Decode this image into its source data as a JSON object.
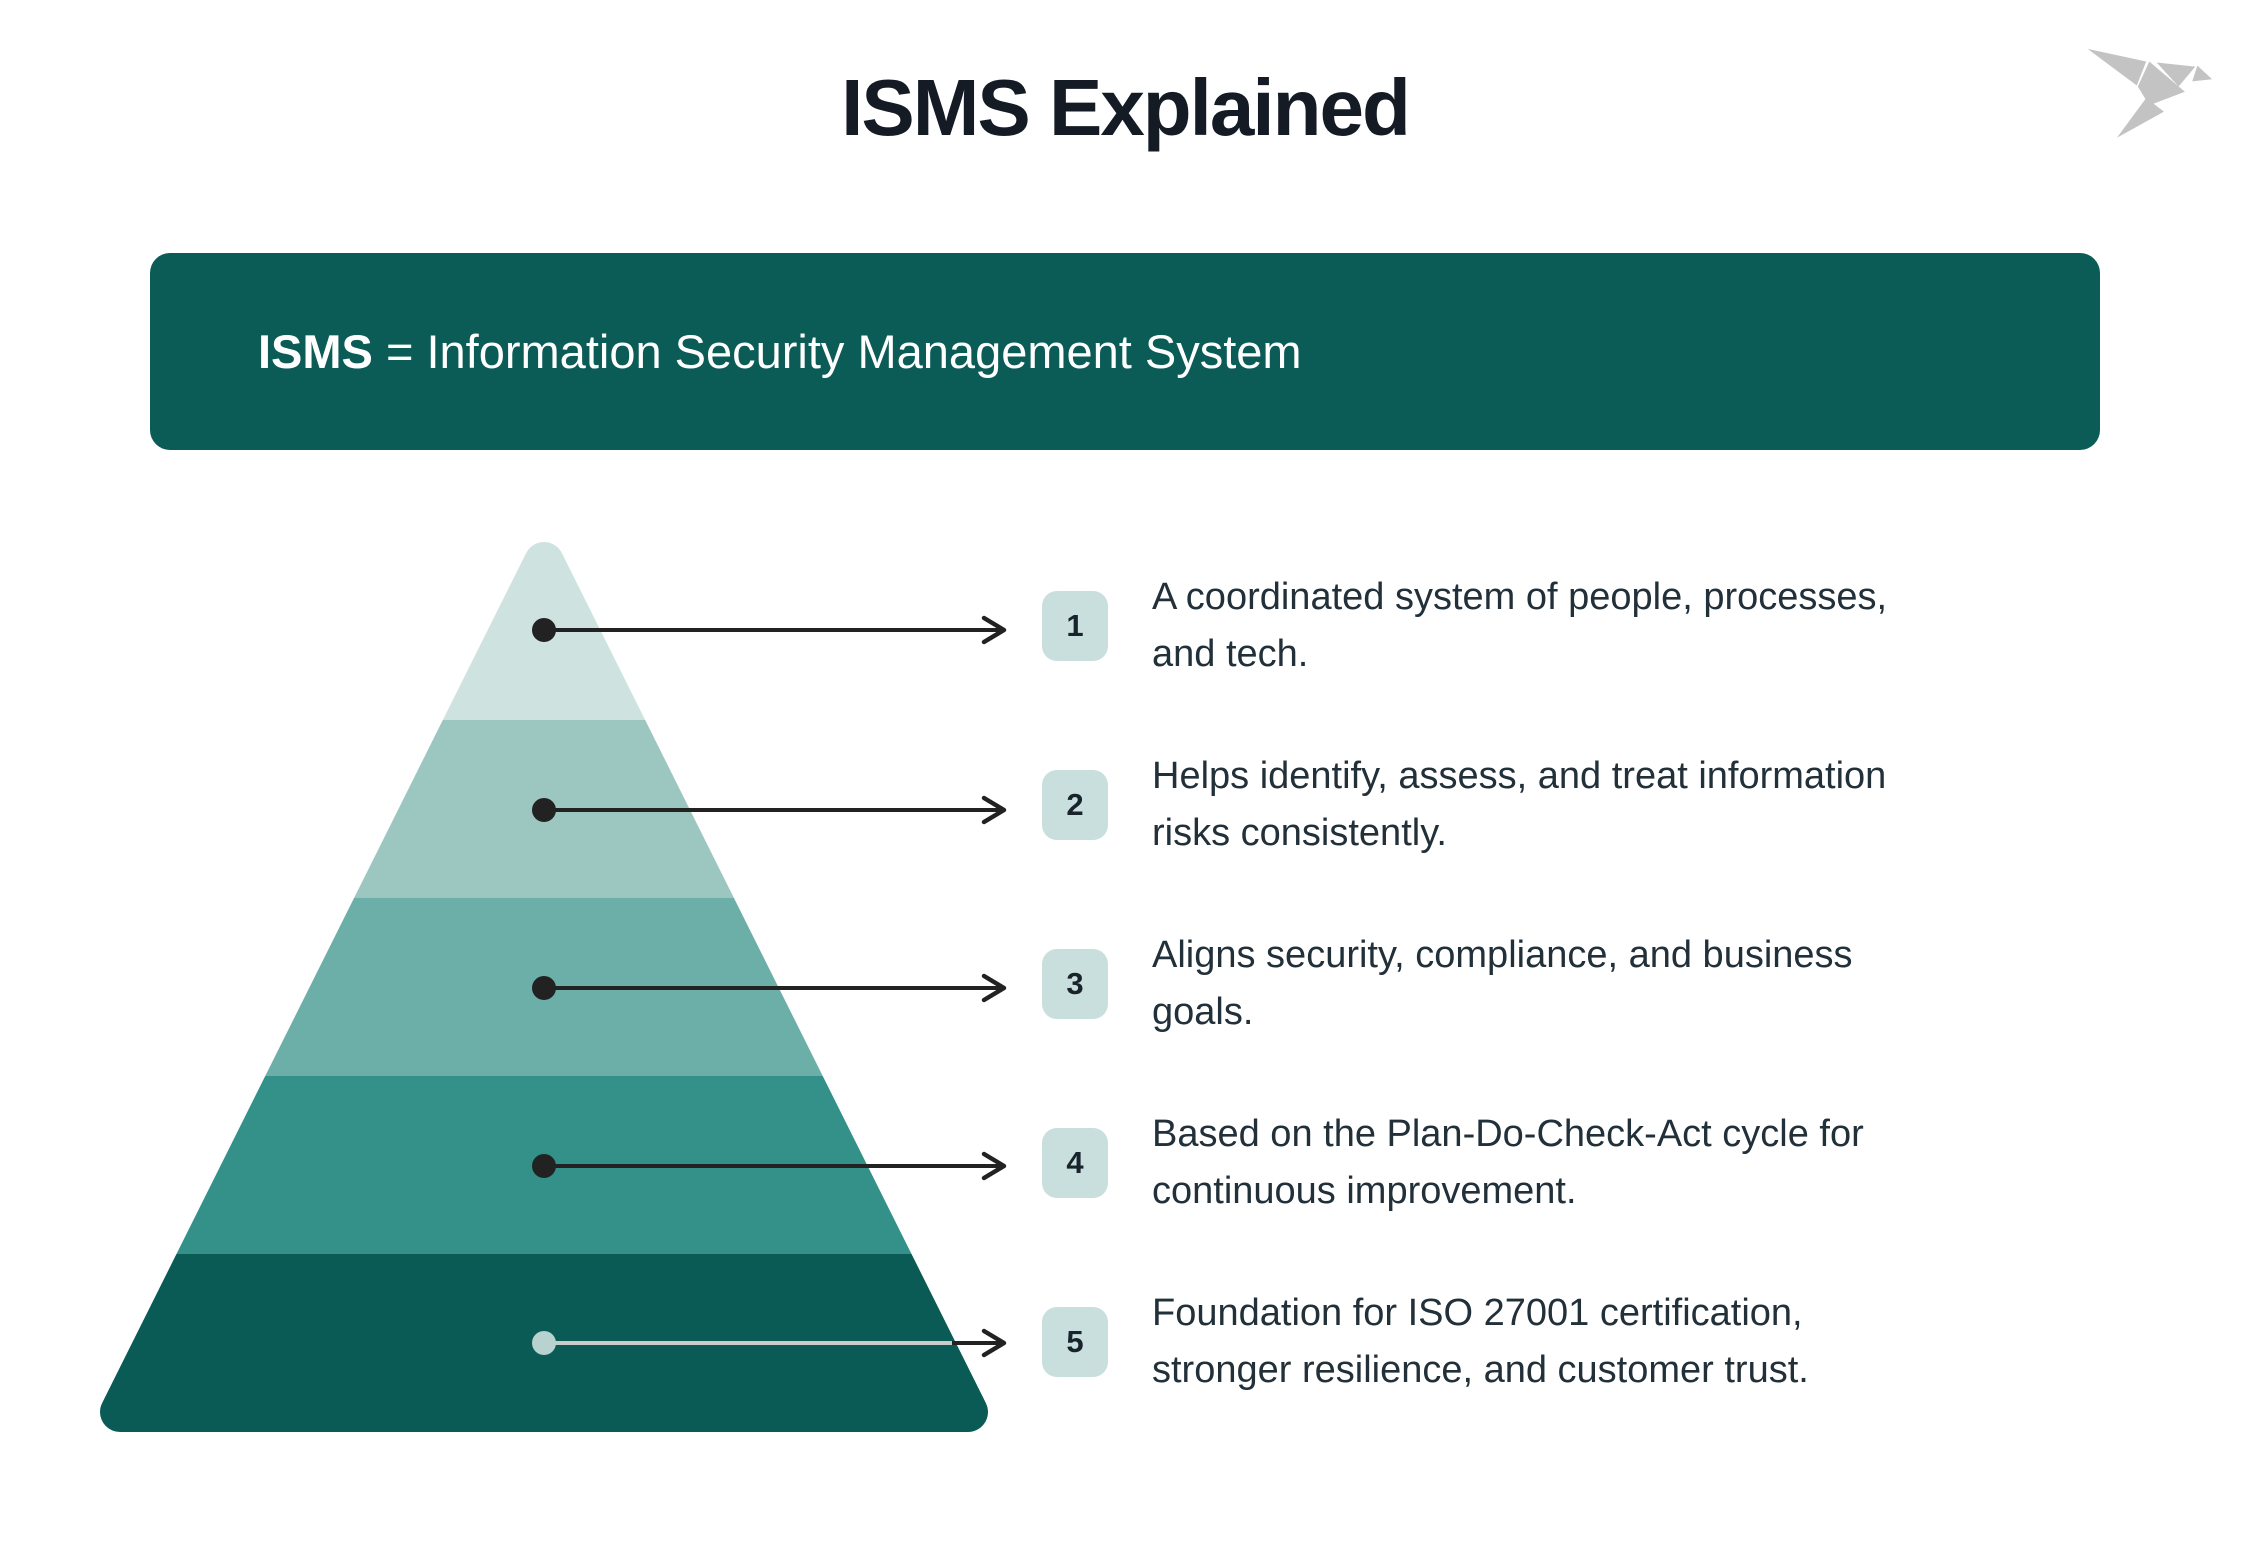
{
  "title": "ISMS Explained",
  "banner": {
    "term": "ISMS",
    "definition": " = Information Security Management System",
    "bg_color": "#0b5b57",
    "text_color": "#ffffff"
  },
  "pyramid": {
    "type": "pyramid-5-levels",
    "levels": [
      {
        "index": 1,
        "color": "#cee2e0"
      },
      {
        "index": 2,
        "color": "#9cc6c0"
      },
      {
        "index": 3,
        "color": "#6bafa8"
      },
      {
        "index": 4,
        "color": "#33918a"
      },
      {
        "index": 5,
        "color": "#0a5b55"
      }
    ]
  },
  "items": [
    {
      "number": "1",
      "lines": [
        "A coordinated system of people, processes,",
        "and tech."
      ]
    },
    {
      "number": "2",
      "lines": [
        "Helps identify, assess, and treat information",
        "risks consistently."
      ]
    },
    {
      "number": "3",
      "lines": [
        "Aligns security, compliance, and business",
        "goals."
      ]
    },
    {
      "number": "4",
      "lines": [
        "Based on the Plan-Do-Check-Act cycle for",
        "continuous improvement."
      ]
    },
    {
      "number": "5",
      "lines": [
        "Foundation for ISO 27001 certification,",
        "stronger resilience, and customer trust."
      ]
    }
  ],
  "badge": {
    "bg_color": "#c9dfdd",
    "text_color": "#18232c"
  },
  "arrow_color": "#222222",
  "arrow_light_color": "#c6cdcc",
  "logo": {
    "name": "origami-bird",
    "color": "#c3c3c3"
  }
}
